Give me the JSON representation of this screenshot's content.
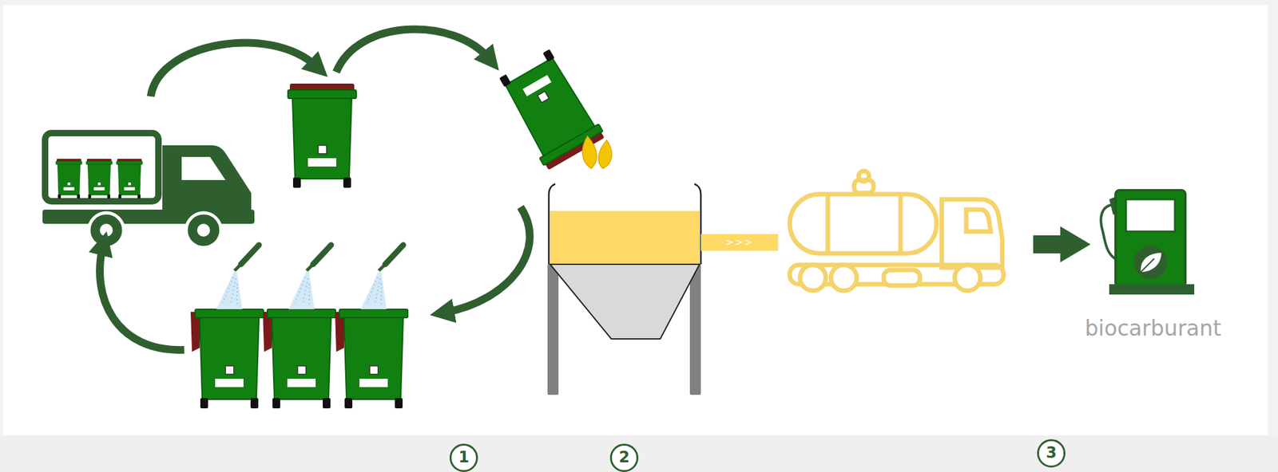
{
  "diagram": {
    "nodes": [
      {
        "text": [
          "biocarburant"
        ]
      },
      {
        "text": [
          "1"
        ]
      },
      {
        "text": [
          "2"
        ]
      },
      {
        "text": [
          "3"
        ]
      }
    ],
    "labels": [
      ">>>"
    ]
  }
}
